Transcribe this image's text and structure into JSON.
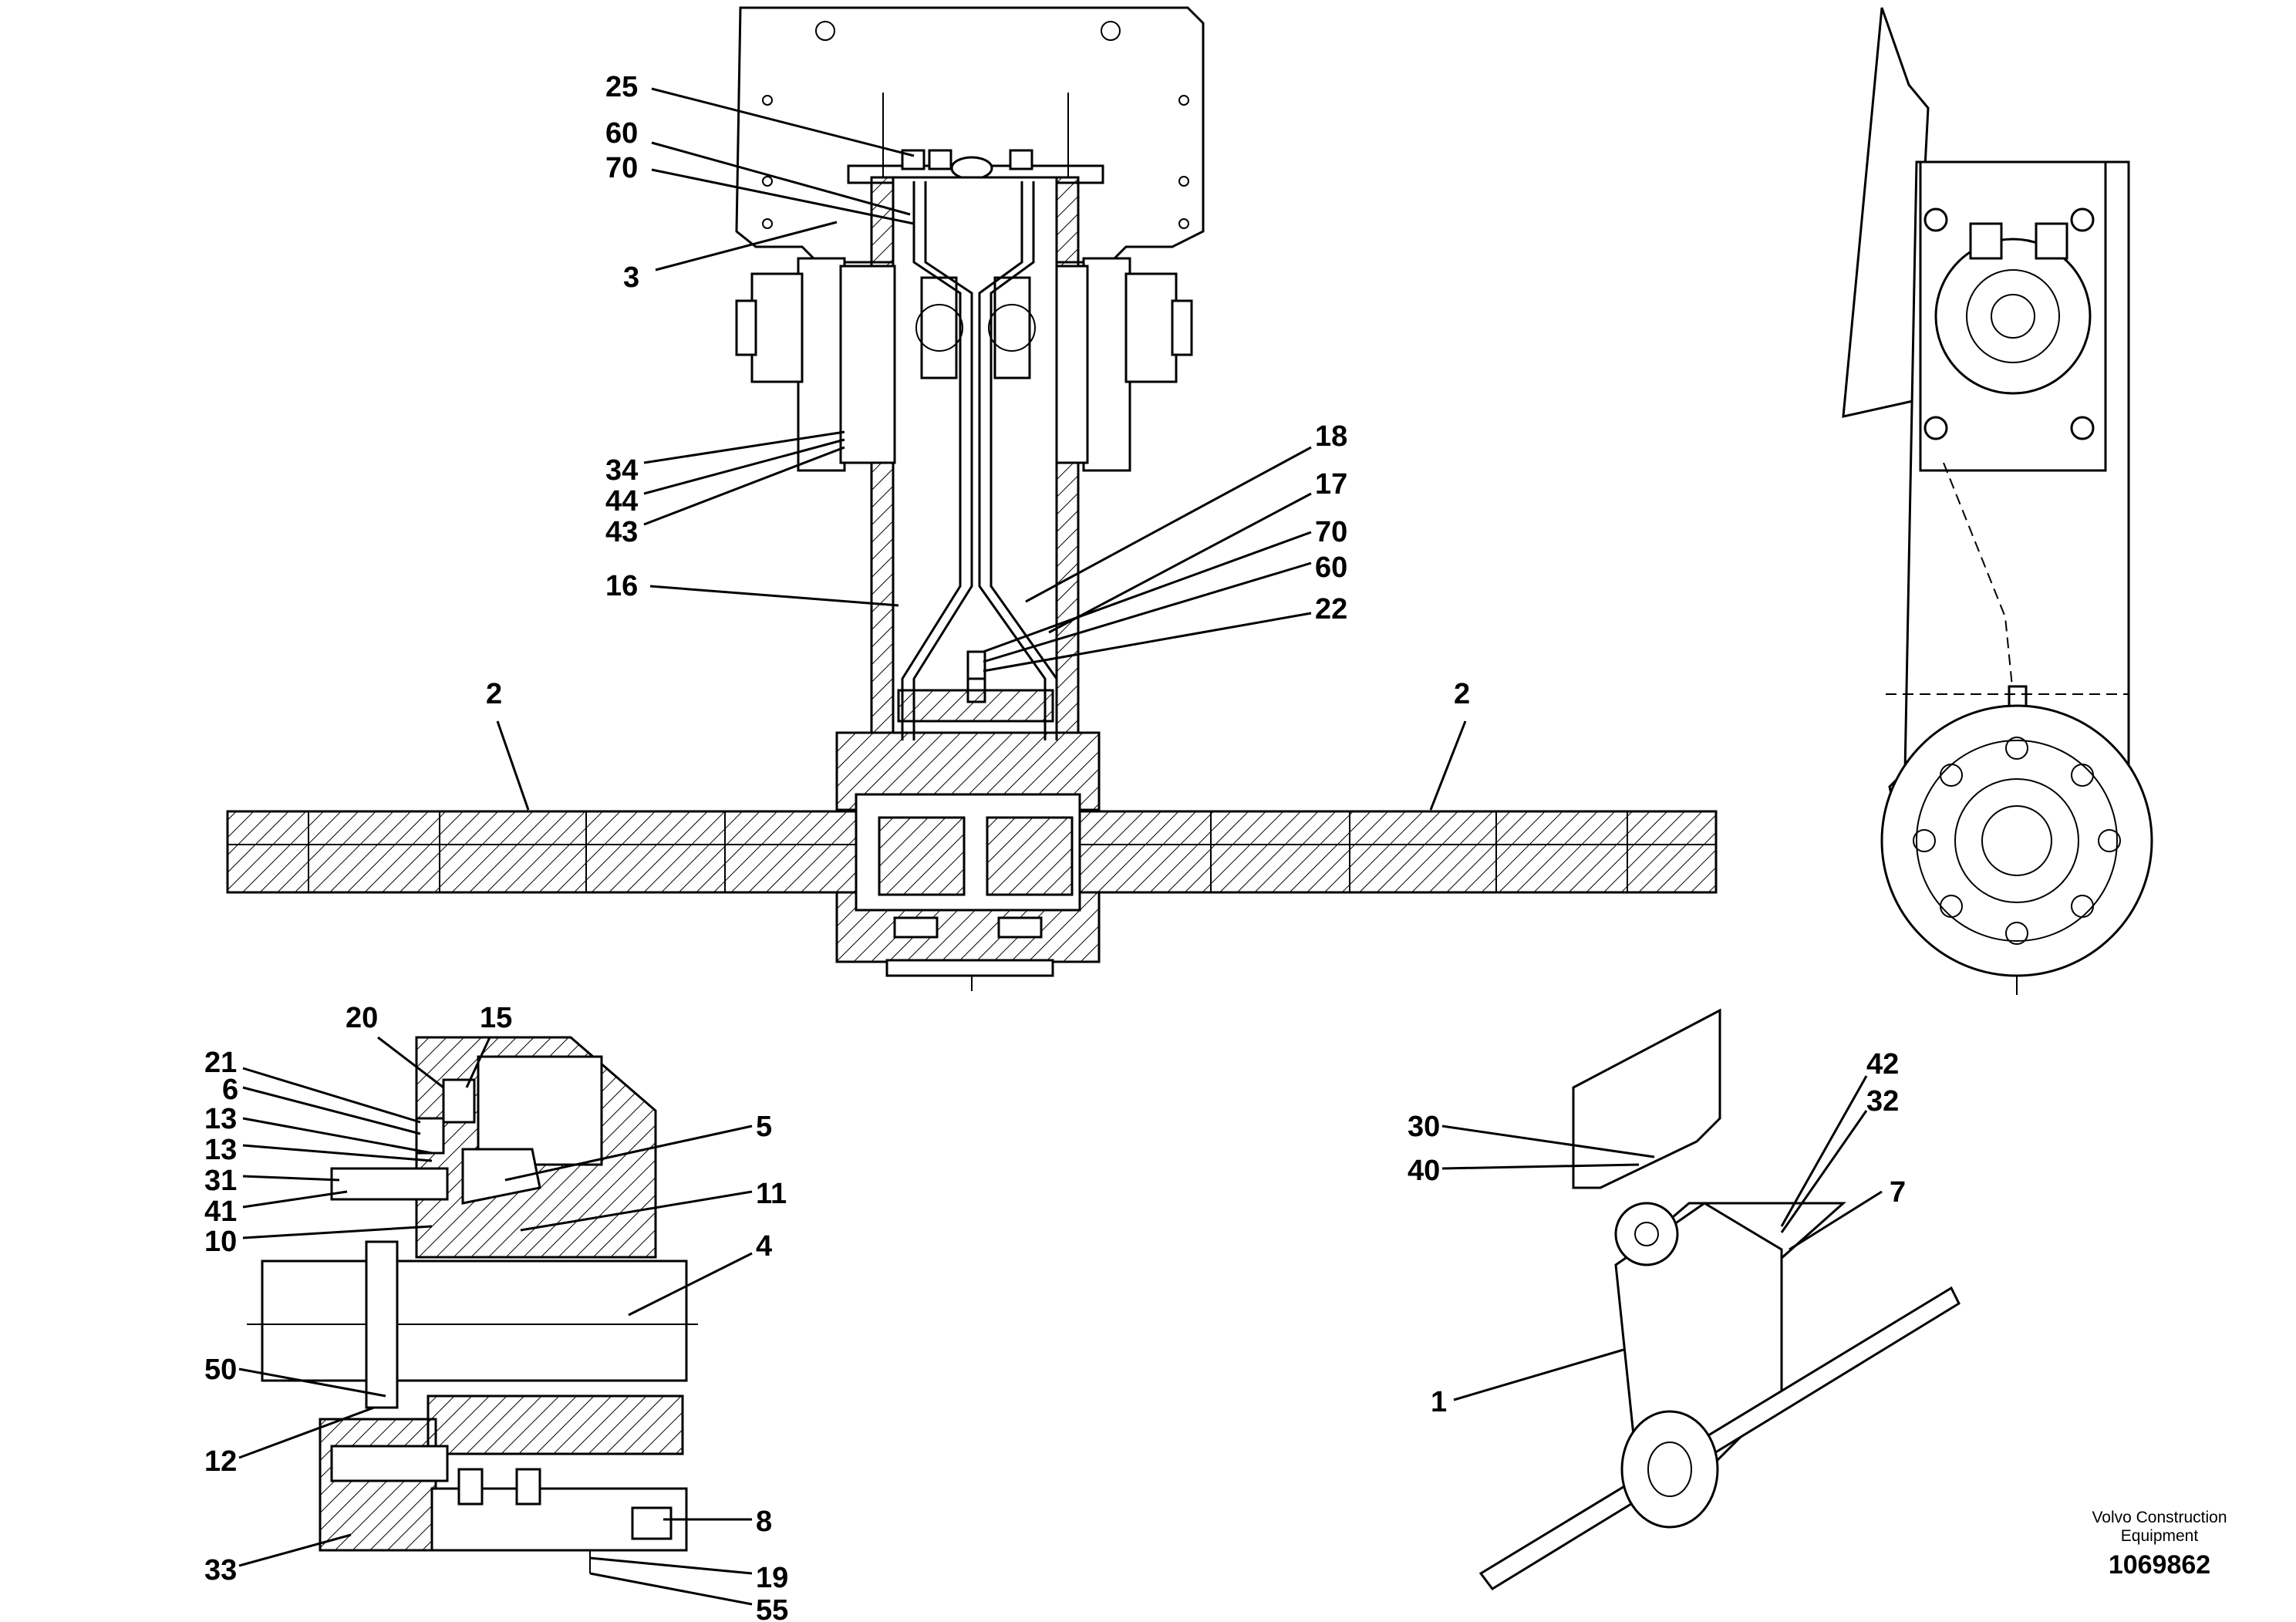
{
  "callouts": [
    {
      "id": "c25",
      "text": "25"
    },
    {
      "id": "c60a",
      "text": "60"
    },
    {
      "id": "c70a",
      "text": "70"
    },
    {
      "id": "c3",
      "text": "3"
    },
    {
      "id": "c34",
      "text": "34"
    },
    {
      "id": "c44",
      "text": "44"
    },
    {
      "id": "c43",
      "text": "43"
    },
    {
      "id": "c16",
      "text": "16"
    },
    {
      "id": "c18",
      "text": "18"
    },
    {
      "id": "c17",
      "text": "17"
    },
    {
      "id": "c70b",
      "text": "70"
    },
    {
      "id": "c60b",
      "text": "60"
    },
    {
      "id": "c22",
      "text": "22"
    },
    {
      "id": "c2a",
      "text": "2"
    },
    {
      "id": "c2b",
      "text": "2"
    },
    {
      "id": "c20",
      "text": "20"
    },
    {
      "id": "c15",
      "text": "15"
    },
    {
      "id": "c21",
      "text": "21"
    },
    {
      "id": "c6",
      "text": "6"
    },
    {
      "id": "c13a",
      "text": "13"
    },
    {
      "id": "c13b",
      "text": "13"
    },
    {
      "id": "c31",
      "text": "31"
    },
    {
      "id": "c41",
      "text": "41"
    },
    {
      "id": "c10",
      "text": "10"
    },
    {
      "id": "c5",
      "text": "5"
    },
    {
      "id": "c11",
      "text": "11"
    },
    {
      "id": "c4",
      "text": "4"
    },
    {
      "id": "c50",
      "text": "50"
    },
    {
      "id": "c12",
      "text": "12"
    },
    {
      "id": "c8",
      "text": "8"
    },
    {
      "id": "c33",
      "text": "33"
    },
    {
      "id": "c19",
      "text": "19"
    },
    {
      "id": "c55",
      "text": "55"
    },
    {
      "id": "c30",
      "text": "30"
    },
    {
      "id": "c40",
      "text": "40"
    },
    {
      "id": "c42",
      "text": "42"
    },
    {
      "id": "c32",
      "text": "32"
    },
    {
      "id": "c7",
      "text": "7"
    },
    {
      "id": "c1",
      "text": "1"
    }
  ],
  "footer": {
    "brand_line1": "Volvo Construction",
    "brand_line2": "Equipment",
    "document_number": "1069862"
  }
}
